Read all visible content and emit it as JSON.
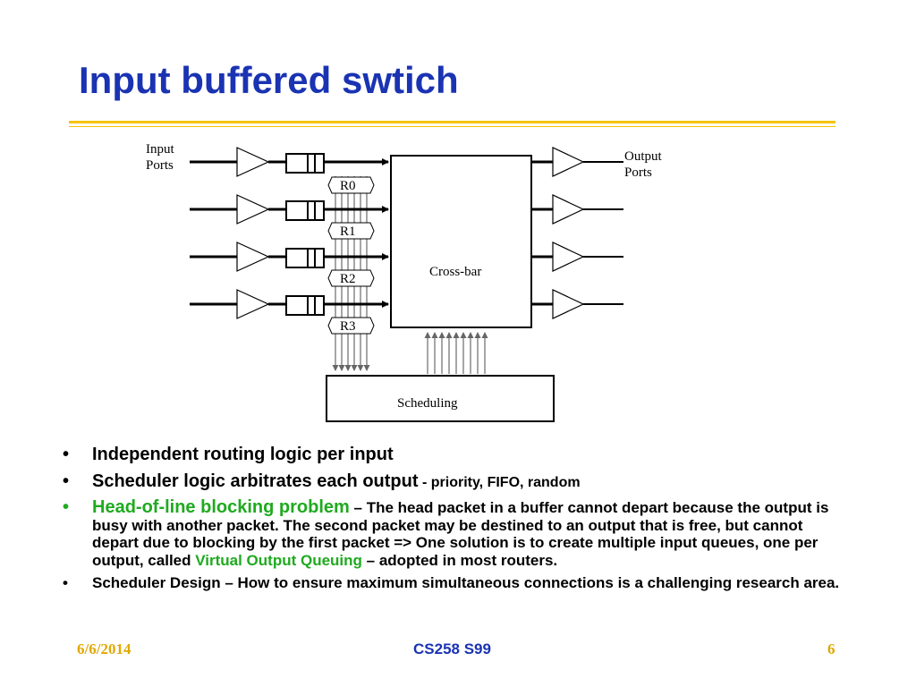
{
  "slide": {
    "title": "Input buffered swtich",
    "footer": {
      "date": "6/6/2014",
      "course": "CS258 S99",
      "page": "6"
    }
  },
  "diagram": {
    "input_label": [
      "Input",
      "Ports"
    ],
    "output_label": [
      "Output",
      "Ports"
    ],
    "routers": [
      "R0",
      "R1",
      "R2",
      "R3"
    ],
    "crossbar_label": "Cross-bar",
    "scheduler_label": "Scheduling"
  },
  "bullets": [
    {
      "text": "Independent routing logic per input",
      "suffix": ""
    },
    {
      "text": "Scheduler logic arbitrates each output",
      "suffix": " - priority, FIFO, random"
    },
    {
      "highlight": "Head-of-line blocking problem",
      "text": " – The head packet in a buffer cannot depart because the output is busy with another packet. The second packet may be destined to an output that is free, but cannot depart due to blocking by the first packet => One solution is to create multiple input queues, one per output, called ",
      "highlight2": "Virtual Output Queuing",
      "text2": " – adopted in most routers."
    },
    {
      "text": "Scheduler Design – How to ensure maximum simultaneous connections is a challenging research area."
    }
  ],
  "colors": {
    "title": "#1a33b3",
    "rule": "#f5c400",
    "highlight": "#1faa1f",
    "footer": "#e0a800"
  }
}
